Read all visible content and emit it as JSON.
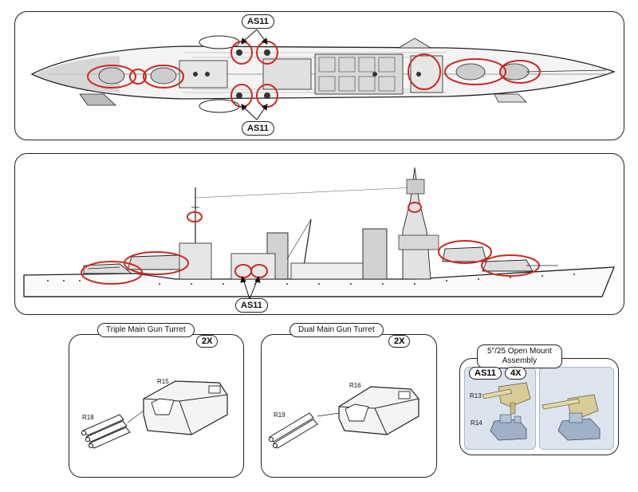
{
  "callouts": {
    "top_deck_upper": "AS11",
    "top_deck_lower": "AS11",
    "side_profile": "AS11"
  },
  "triple_turret": {
    "title": "Triple Main Gun Turret",
    "quantity": "2X",
    "part_housing": "R15",
    "part_guns": "R18"
  },
  "dual_turret": {
    "title": "Dual Main Gun Turret",
    "quantity": "2X",
    "part_housing": "R16",
    "part_guns": "R19"
  },
  "open_mount": {
    "title_line1": "5\"/25 Open Mount",
    "title_line2": "Assembly",
    "part_code": "AS11",
    "quantity": "4X",
    "part_gun": "R13",
    "part_base": "R14"
  },
  "colors": {
    "highlight": "#cc2a1e",
    "line": "#222222",
    "shade": "#9a9a9a",
    "resin_gun": "#d8cc99",
    "resin_base": "#9fb0c8",
    "mount_bg_left": "#dbe3ef",
    "mount_bg_right": "#dde4ef"
  }
}
